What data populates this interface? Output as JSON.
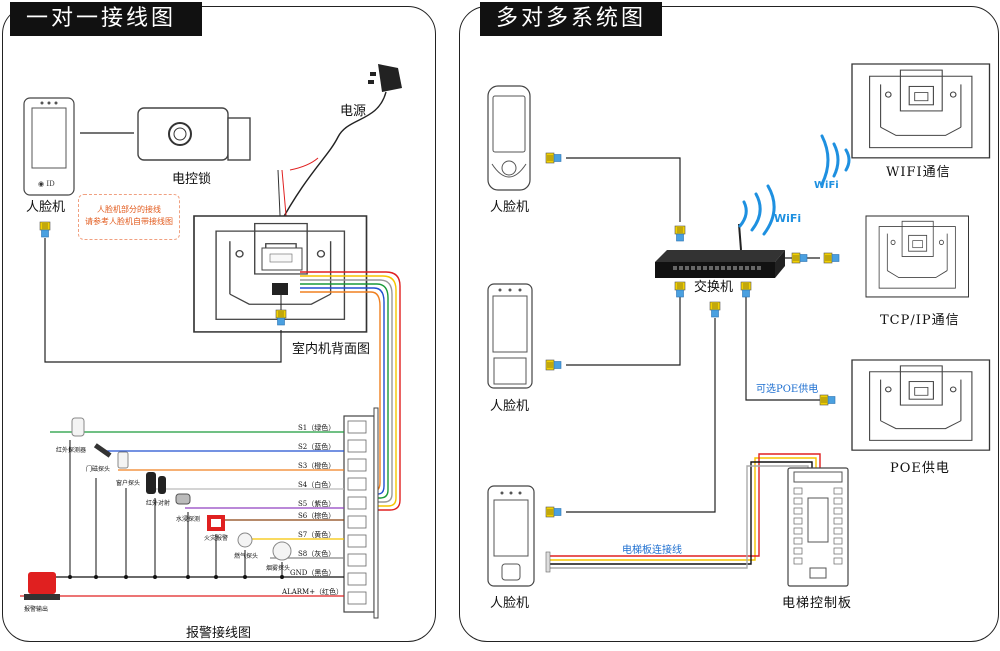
{
  "left_panel": {
    "title": "一对一接线图",
    "face_device_label": "人脸机",
    "lock_label": "电控锁",
    "power_label": "电源",
    "note_line1": "人脸机部分的接线",
    "note_line2": "请参考人脸机自带接线图",
    "indoor_back_label": "室内机背面图",
    "alarm_section_label": "报警接线图",
    "alarm_wires": [
      "S1（绿色）",
      "S2（蓝色）",
      "S3（橙色）",
      "S4（白色）",
      "S5（紫色）",
      "S6（棕色）",
      "S7（黄色）",
      "S8（灰色）",
      "GND（黑色）",
      "ALARM+（红色）"
    ],
    "sensors": [
      "红外探测器",
      "门磁探头",
      "窗户探头",
      "红外对射",
      "水浸探测",
      "火灾报警",
      "燃气探头",
      "烟雾探头",
      "报警输出"
    ]
  },
  "right_panel": {
    "title": "多对多系统图",
    "face_device_label": "人脸机",
    "switch_label": "交换机",
    "wifi_label": "WiFi",
    "wifi_indoor_label": "WIFI通信",
    "tcp_indoor_label": "TCP/IP通信",
    "poe_indoor_label": "POE供电",
    "poe_option_label": "可选POE供电",
    "elevator_cable_label": "电梯板连接线",
    "elevator_board_label": "电梯控制板"
  },
  "colors": {
    "wifi_blue": "#1e90e0",
    "cable_blue": "#1e6fd0",
    "note_orange": "#e25a1c",
    "alarm_red": "#e02020"
  }
}
